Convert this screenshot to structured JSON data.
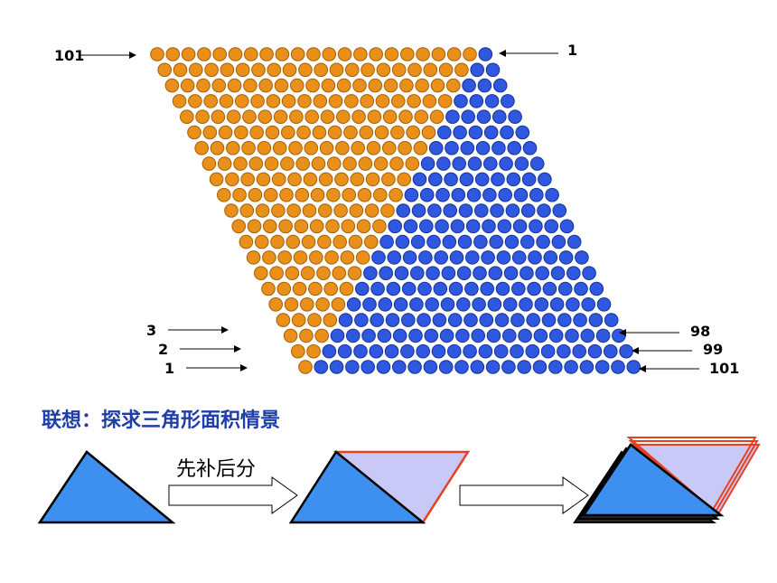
{
  "dot_grid": {
    "rows": 21,
    "colors": {
      "orange": "#e8901a",
      "orange_edge": "#a85e00",
      "blue": "#2f57e0",
      "blue_edge": "#14339a"
    }
  },
  "labels": {
    "top_left": "101",
    "top_right": "1",
    "left_3": "3",
    "left_2": "2",
    "left_1": "1",
    "right_98": "98",
    "right_99": "99",
    "right_101": "101"
  },
  "heading": "联想：探求三角形面积情景",
  "hint": "先补后分",
  "shape_colors": {
    "triangle": "#3d8ff0",
    "parallelogram": "#c9c9f7",
    "outline": "#e8401e"
  }
}
